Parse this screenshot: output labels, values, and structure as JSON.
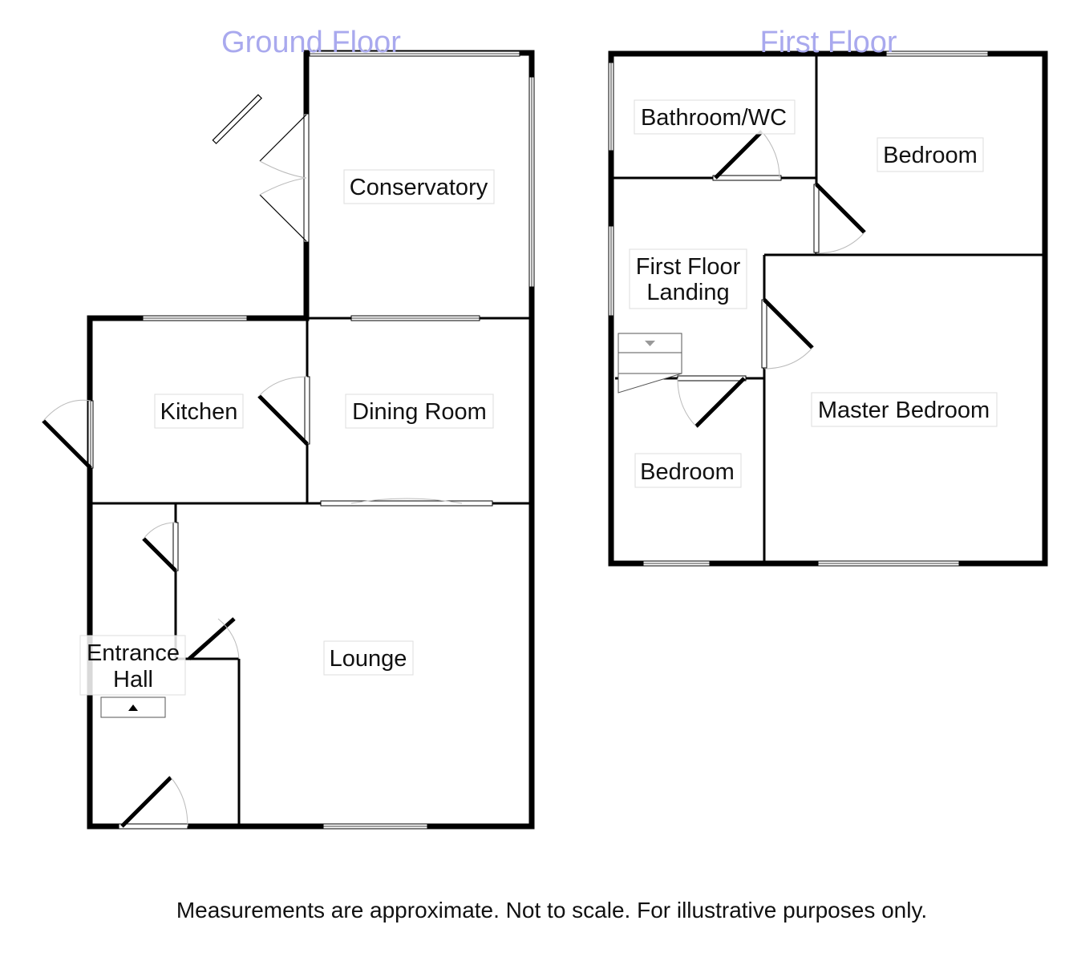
{
  "floors": {
    "ground": {
      "title": "Ground Floor",
      "rooms": {
        "conservatory": "Conservatory",
        "kitchen": "Kitchen",
        "dining_room": "Dining Room",
        "lounge": "Lounge",
        "entrance_hall_line1": "Entrance",
        "entrance_hall_line2": "Hall"
      }
    },
    "first": {
      "title": "First Floor",
      "rooms": {
        "bathroom_wc": "Bathroom/WC",
        "bedroom_rear": "Bedroom",
        "landing_line1": "First Floor",
        "landing_line2": "Landing",
        "master_bedroom": "Master Bedroom",
        "bedroom_front": "Bedroom"
      }
    }
  },
  "disclaimer": "Measurements are approximate. Not to scale. For illustrative purposes only.",
  "colors": {
    "title": "#a9a9ee",
    "wall": "#000000",
    "text": "#111111"
  }
}
